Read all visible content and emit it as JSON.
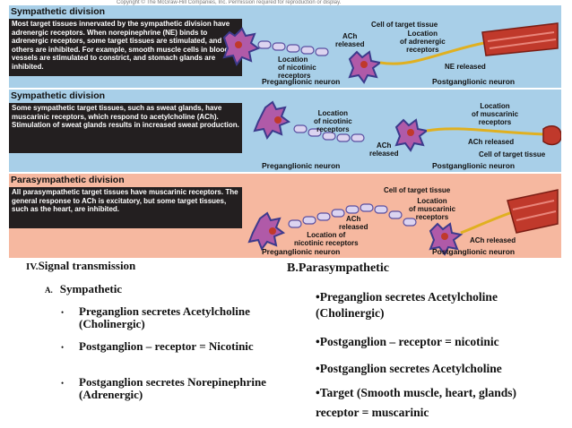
{
  "figure": {
    "copyright": "Copyright © The McGraw-Hill Companies, Inc. Permission required for reproduction or display.",
    "panels": [
      {
        "title": "Sympathetic division",
        "bg": "#a8cfe8",
        "description": "Most target tissues innervated by the sympathetic division have adrenergic receptors. When norepinephrine (NE) binds to adrenergic receptors, some target tissues are stimulated, and others are inhibited. For example, smooth muscle cells in blood vessels are stimulated to constrict, and stomach glands are inhibited.",
        "labels": {
          "ach_released": "ACh\nreleased",
          "cell_target": "Cell of target tissue",
          "location_adrenergic": "Location\nof adrenergic\nreceptors",
          "location_nicotinic": "Location\nof nicotinic\nreceptors",
          "ne_released": "NE released"
        },
        "pre_caption": "Preganglionic neuron",
        "post_caption": "Postganglionic neuron"
      },
      {
        "title": "Sympathetic division",
        "bg": "#a8cfe8",
        "description": "Some sympathetic target tissues, such as sweat glands, have muscarinic receptors, which respond to acetylcholine (ACh). Stimulation of sweat glands results in increased sweat production.",
        "labels": {
          "location_nicotinic": "Location\nof nicotinic\nreceptors",
          "location_muscarinic": "Location\nof muscarinic\nreceptors",
          "ach_released_a": "ACh\nreleased",
          "ach_released_b": "ACh released",
          "cell_target": "Cell of target tissue"
        },
        "pre_caption": "Preganglionic neuron",
        "post_caption": "Postganglionic neuron"
      },
      {
        "title": "Parasympathetic division",
        "bg": "#f6b8a0",
        "description": "All parasympathetic target tissues have muscarinic receptors. The general response to ACh is excitatory, but some target tissues, such as the heart, are inhibited.",
        "labels": {
          "cell_target": "Cell of target tissue",
          "location_muscarinic": "Location\nof muscarinic\nreceptors",
          "ach_released_a": "ACh\nreleased",
          "location_nicotinic": "Location of\nnicotinic receptors",
          "ach_released_b": "ACh released"
        },
        "pre_caption": "Preganglionic neuron",
        "post_caption": "Postganglionic neuron"
      }
    ]
  },
  "text": {
    "section": "IV.",
    "section_title": "Signal transmission",
    "sub_letter": "A.",
    "sub_title": "Sympathetic",
    "bullets": [
      "Preganglion secretes Acetylcholine (Cholinergic)",
      "Postganglion – receptor = Nicotinic",
      "Postganglion secretes Norepinephrine (Adrenergic)"
    ],
    "right_title": "B.Parasympathetic",
    "right_bullets": [
      "•Preganglion secretes Acetylcholine (Cholinergic)",
      "•Postganglion – receptor = nicotinic",
      "•Postganglion secretes Acetylcholine",
      "•Target (Smooth muscle, heart, glands) receptor = muscarinic"
    ]
  },
  "colors": {
    "blue_panel": "#a8cfe8",
    "salmon_panel": "#f6b8a0",
    "neuron": "#3c3a8c",
    "neuron_body": "#b05aa8",
    "target_tissue": "#c0392b"
  }
}
